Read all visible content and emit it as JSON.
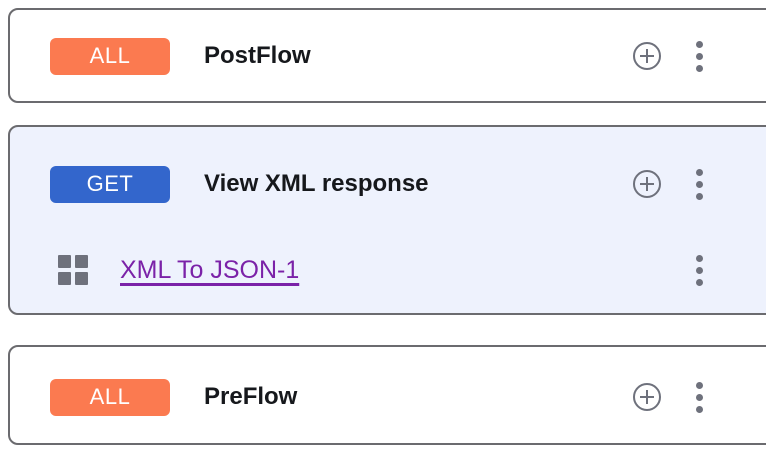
{
  "theme": {
    "background": "#ffffff",
    "card_border": "#6b6b6f",
    "card_selected_background": "#eef2fd",
    "badge_all_color": "#fb7a50",
    "badge_get_color": "#3366cc",
    "link_color": "#7b22a8",
    "icon_color": "#6e717c",
    "title_color": "#16181c"
  },
  "flows": [
    {
      "badge": "ALL",
      "title": "PostFlow",
      "selected": false,
      "add_icon": "plus-circle-icon",
      "menu_icon": "more-vertical-icon"
    },
    {
      "badge": "GET",
      "title": "View XML response",
      "selected": true,
      "add_icon": "plus-circle-icon",
      "menu_icon": "more-vertical-icon",
      "policy": {
        "icon": "grid-policy-icon",
        "name": "XML To JSON-1",
        "menu_icon": "more-vertical-icon"
      }
    },
    {
      "badge": "ALL",
      "title": "PreFlow",
      "selected": false,
      "add_icon": "plus-circle-icon",
      "menu_icon": "more-vertical-icon"
    }
  ]
}
